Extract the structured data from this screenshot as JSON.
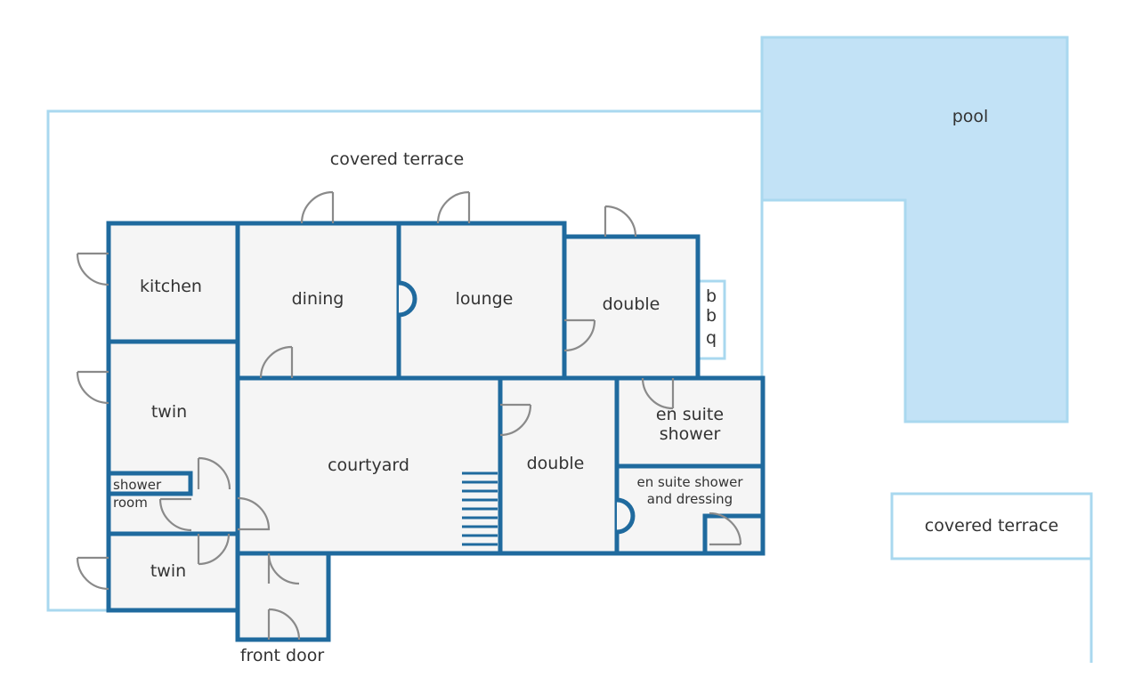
{
  "labels": {
    "pool": "pool",
    "covered_terrace_top": "covered terrace",
    "covered_terrace_right": "covered terrace",
    "kitchen": "kitchen",
    "dining": "dining",
    "lounge": "lounge",
    "double_top": "double",
    "bbq": [
      "b",
      "b",
      "q"
    ],
    "twin_top": "twin",
    "courtyard": "courtyard",
    "double_mid": "double",
    "en_suite_shower": [
      "en suite",
      "shower"
    ],
    "en_suite_shower_dressing": [
      "en suite shower",
      "and dressing"
    ],
    "shower_room": [
      "shower",
      "room"
    ],
    "twin_bottom": "twin",
    "front_door": "front door"
  },
  "colors": {
    "wall": "#1f6a9e",
    "outline": "#a9d8ef",
    "pool": "#c2e2f6",
    "room_fill": "#f5f5f5",
    "door": "#8a8a8a"
  }
}
